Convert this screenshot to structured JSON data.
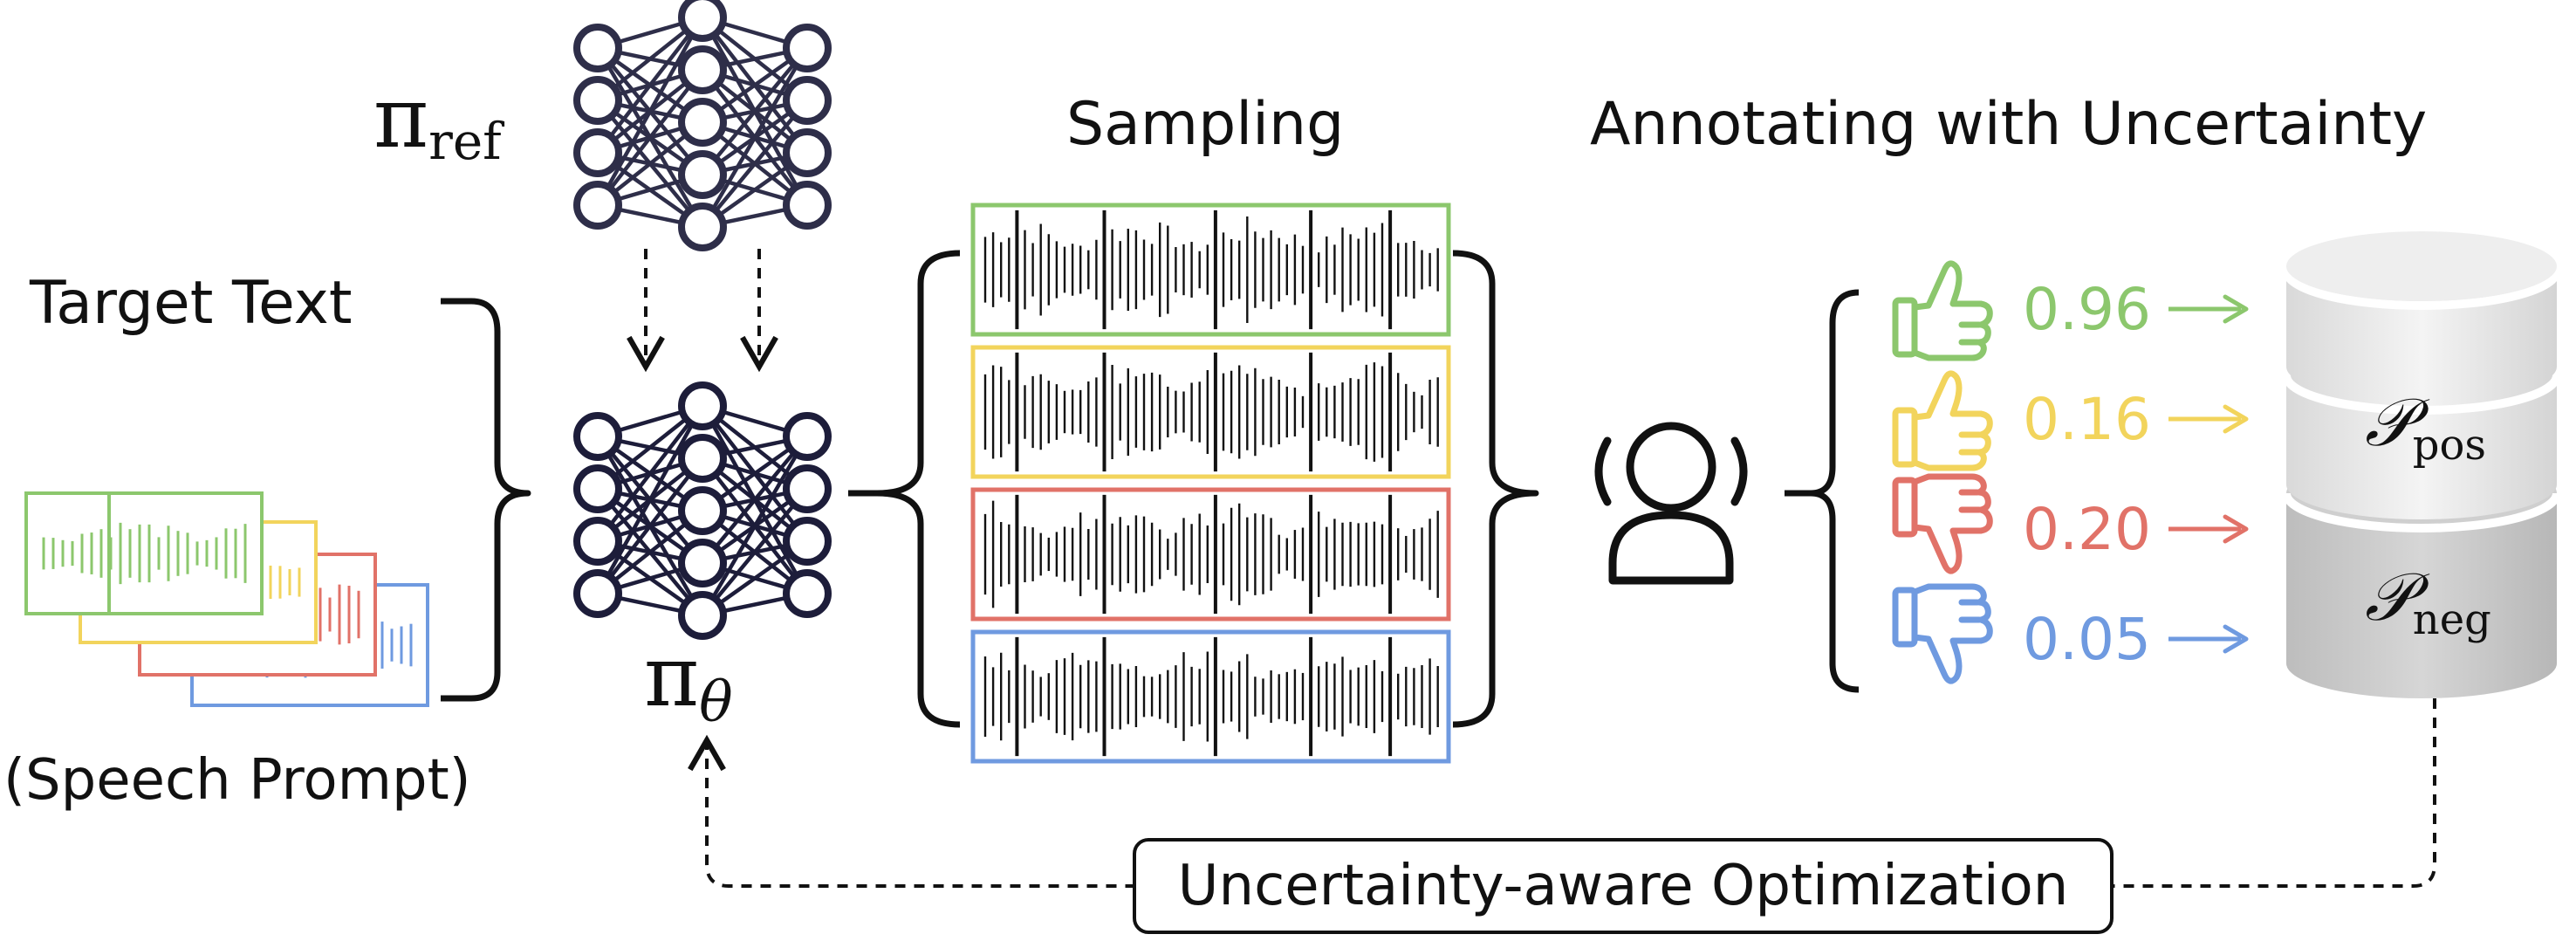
{
  "labels": {
    "target_text": "Target Text",
    "speech_prompt": "(Speech Prompt)",
    "sampling": "Sampling",
    "annotating": "Annotating with Uncertainty",
    "optimization": "Uncertainty-aware Optimization"
  },
  "models": {
    "ref_symbol": "π",
    "ref_subscript": "ref",
    "policy_symbol": "π",
    "policy_subscript": "θ"
  },
  "database": {
    "pos_symbol": "𝒫",
    "pos_subscript": "pos",
    "neg_symbol": "𝒫",
    "neg_subscript": "neg"
  },
  "annotations": [
    {
      "icon": "thumbs-up-icon",
      "score": "0.96",
      "color": "#8cc76d"
    },
    {
      "icon": "thumbs-up-icon",
      "score": "0.16",
      "color": "#f2d45c"
    },
    {
      "icon": "thumbs-down-icon",
      "score": "0.20",
      "color": "#e17268"
    },
    {
      "icon": "thumbs-down-icon",
      "score": "0.05",
      "color": "#6f9ae0"
    }
  ],
  "sample_colors": [
    "#8cc76d",
    "#f2d45c",
    "#e17268",
    "#6f9ae0"
  ]
}
